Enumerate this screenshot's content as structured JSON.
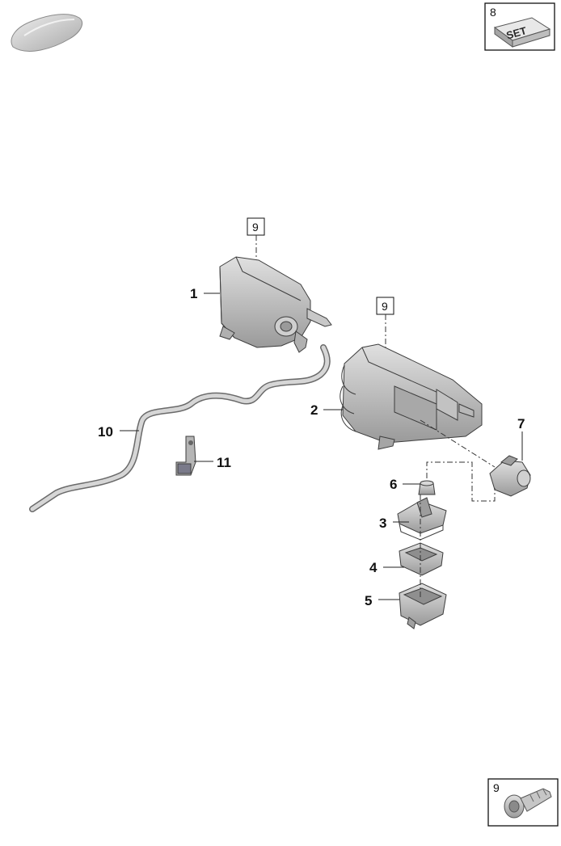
{
  "set_box": {
    "number": "8",
    "label": "SET"
  },
  "screw_box": {
    "number": "9"
  },
  "ref_boxes": [
    {
      "number": "9"
    },
    {
      "number": "9"
    }
  ],
  "callouts": [
    {
      "id": "1",
      "text": "1"
    },
    {
      "id": "2",
      "text": "2"
    },
    {
      "id": "3",
      "text": "3"
    },
    {
      "id": "4",
      "text": "4"
    },
    {
      "id": "5",
      "text": "5"
    },
    {
      "id": "6",
      "text": "6"
    },
    {
      "id": "7",
      "text": "7"
    },
    {
      "id": "10",
      "text": "10"
    },
    {
      "id": "11",
      "text": "11"
    }
  ],
  "colors": {
    "part_fill": "#bfbfbf",
    "part_shadow": "#8f8f8f",
    "line": "#222222"
  }
}
